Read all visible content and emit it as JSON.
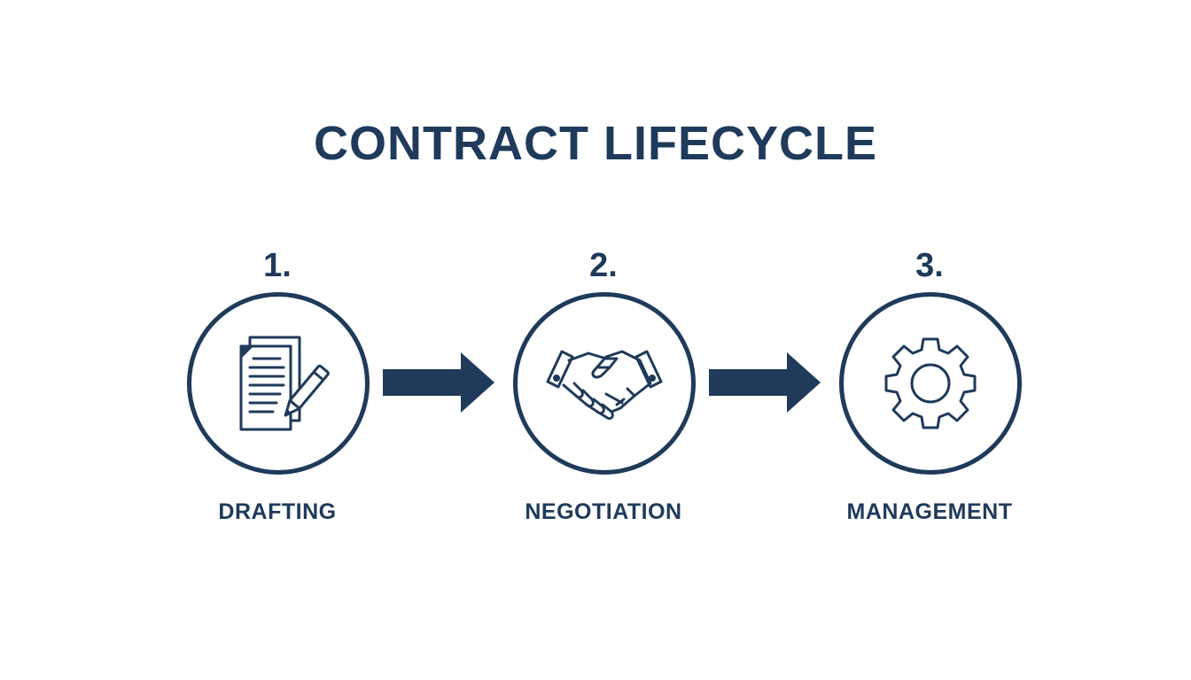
{
  "title": "CONTRACT LIFECYCLE",
  "colors": {
    "primary": "#1f3a5a",
    "background": "#ffffff"
  },
  "steps": [
    {
      "number": "1.",
      "label": "DRAFTING",
      "icon": "document-pen-icon"
    },
    {
      "number": "2.",
      "label": "NEGOTIATION",
      "icon": "handshake-icon"
    },
    {
      "number": "3.",
      "label": "MANAGEMENT",
      "icon": "gear-icon"
    }
  ],
  "connectors": [
    "right-arrow-icon",
    "right-arrow-icon"
  ]
}
